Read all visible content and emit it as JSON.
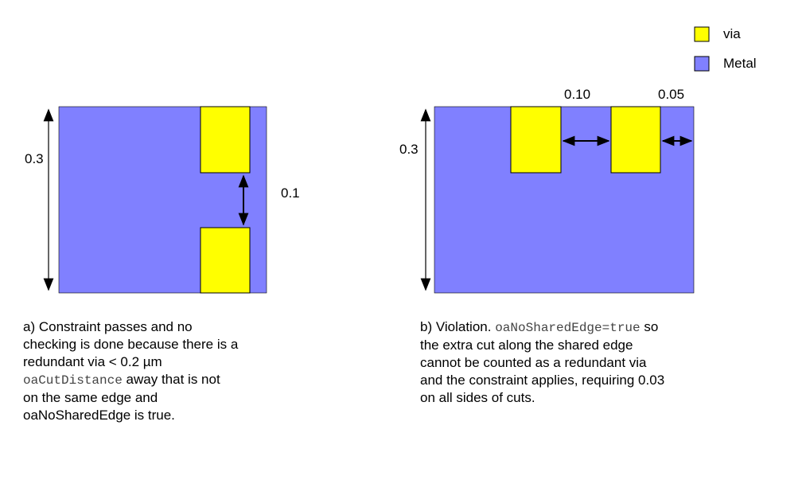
{
  "legend": {
    "via_label": "via",
    "metal_label": "Metal"
  },
  "colors": {
    "via": "#ffff00",
    "metal": "#8080ff",
    "arrow": "#000000"
  },
  "panel_a": {
    "height_label": "0.3",
    "spacing_label": "0.1",
    "caption": {
      "line1": "a) Constraint passes and no",
      "line2": "checking is done because there is a",
      "line3_pre": "redundant via < 0.2 ",
      "line3_unit": "µm",
      "line4_code": "oaCutDistance",
      "line4_post": " away that is not",
      "line5": "on the same edge and",
      "line6": "oaNoSharedEdge is true."
    }
  },
  "panel_b": {
    "height_label": "0.3",
    "spacing_label": "0.10",
    "edge_label": "0.05",
    "caption": {
      "line1_pre": "b) Violation. ",
      "line1_code": "oaNoSharedEdge=true",
      "line1_post": " so",
      "line2": "the extra cut along the shared edge",
      "line3": "cannot be counted as a redundant via",
      "line4": "and the constraint applies, requiring 0.03",
      "line5": "on all sides of cuts."
    }
  }
}
